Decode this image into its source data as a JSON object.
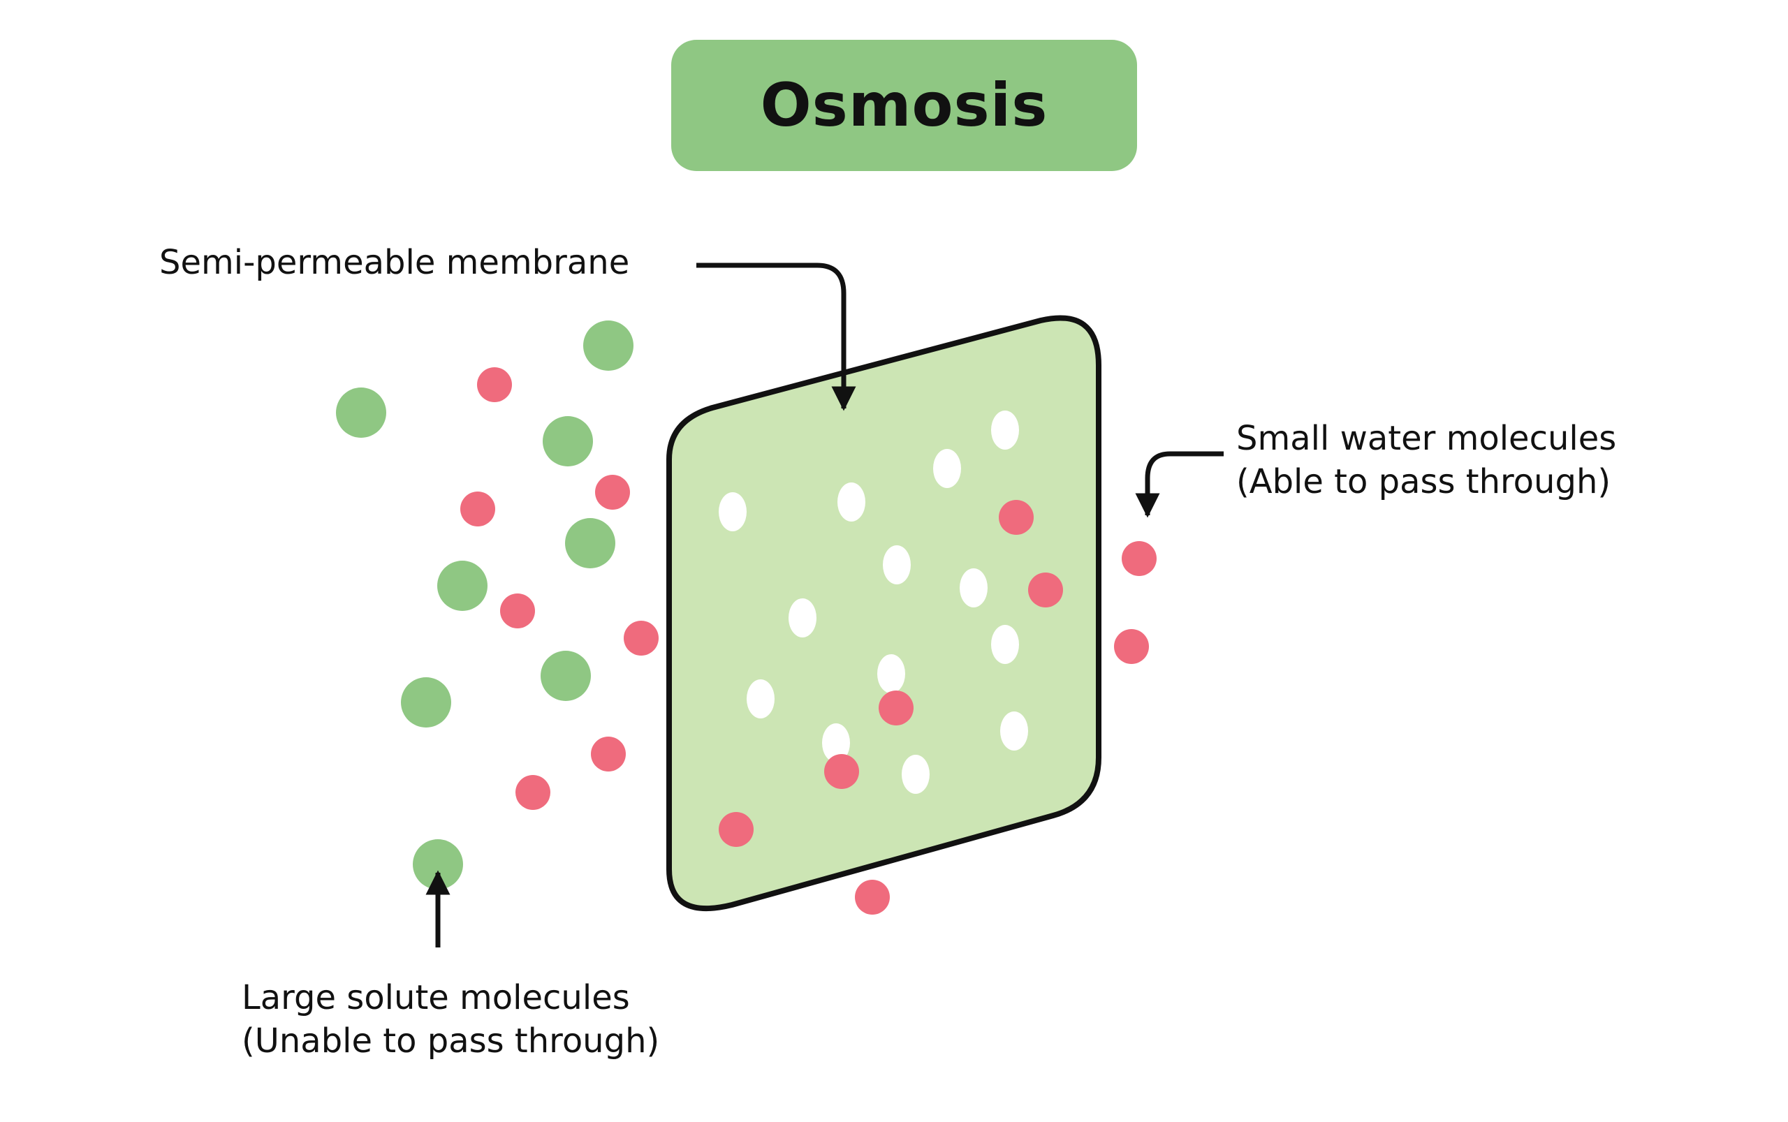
{
  "title": "Osmosis",
  "labels": {
    "membrane": "Semi-permeable membrane",
    "water_line1": "Small water molecules",
    "water_line2": "(Able to pass through)",
    "solute_line1": "Large solute molecules",
    "solute_line2": "(Unable to pass through)"
  },
  "colors": {
    "title_box": "#8fc783",
    "membrane_fill": "#cce5b4",
    "solute": "#8fc783",
    "water": "#ef6b7d",
    "pore": "#ffffff",
    "ink": "#111111"
  }
}
